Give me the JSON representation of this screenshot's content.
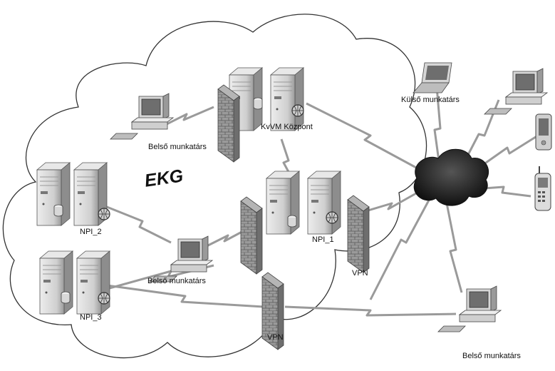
{
  "diagram": {
    "region_label": "EKG",
    "labels": {
      "kvvm": "KvVM Központ",
      "belso_top": "Belső munkatárs",
      "belso_mid": "Belső munkatárs",
      "belso_bottom": "Belső munkatárs",
      "kulso": "Külső munkatárs",
      "npi1": "NPI_1",
      "npi2": "NPI_2",
      "npi3": "NPI_3",
      "vpn_right": "VPN",
      "vpn_bottom": "VPN"
    },
    "icons": [
      "cloud-shape",
      "server-icon",
      "firewall-icon",
      "workstation-icon",
      "laptop-icon",
      "pda-icon",
      "mobile-phone-icon",
      "internet-cloud-icon"
    ],
    "colors": {
      "cloud_stroke": "#333333",
      "device_body": "#d9d9d9",
      "device_dark": "#7a7a7a",
      "link": "#9a9a9a",
      "firewall": "#8c8c8c",
      "internet": "#222222"
    }
  }
}
